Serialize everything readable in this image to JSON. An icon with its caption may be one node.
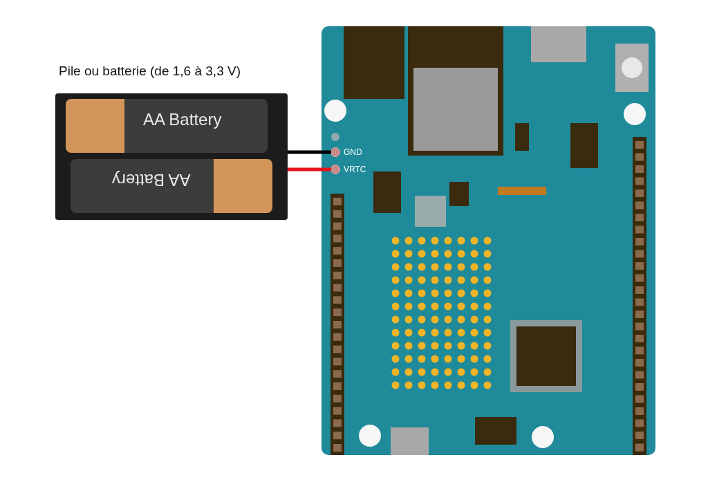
{
  "diagram": {
    "nodes": [
      {
        "text": [
          "Pile ou batterie (de 1,6 à 3,3 V)"
        ]
      },
      {
        "text": [
          "AA Battery"
        ],
        "in": 0
      },
      {
        "text": [
          "AA Battery"
        ],
        "in": 0
      },
      {
        "text": [],
        "shape": "picture"
      },
      {
        "text": [
          "GND"
        ],
        "in": 3
      },
      {
        "text": [
          "VRTC"
        ],
        "in": 3
      }
    ],
    "edges": [
      {
        "from": 0,
        "to": 4,
        "arrow": "none",
        "color": "#000000"
      },
      {
        "from": 0,
        "to": 5,
        "arrow": "none",
        "color": "#e8141b"
      }
    ]
  }
}
